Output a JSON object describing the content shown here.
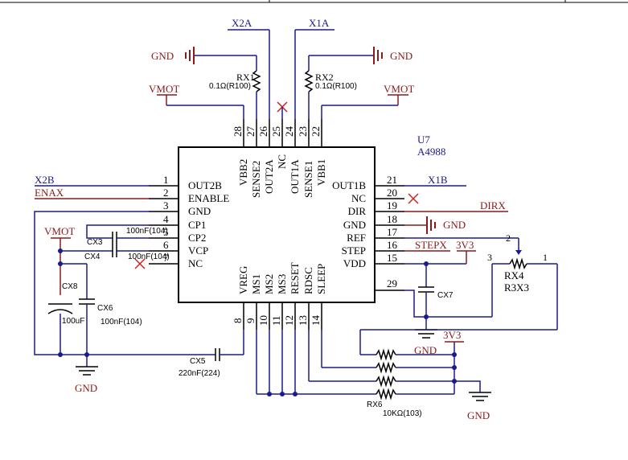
{
  "chip": {
    "ref": "U7",
    "part": "A4988",
    "left_pins": [
      {
        "num": "1",
        "name": "OUT2B"
      },
      {
        "num": "2",
        "name": "ENABLE"
      },
      {
        "num": "3",
        "name": "GND"
      },
      {
        "num": "4",
        "name": "CP1"
      },
      {
        "num": "5",
        "name": "CP2"
      },
      {
        "num": "6",
        "name": "VCP"
      },
      {
        "num": "7",
        "name": "NC"
      }
    ],
    "right_pins": [
      {
        "num": "21",
        "name": "OUT1B"
      },
      {
        "num": "20",
        "name": "NC"
      },
      {
        "num": "19",
        "name": "DIR"
      },
      {
        "num": "18",
        "name": "GND"
      },
      {
        "num": "17",
        "name": "REF"
      },
      {
        "num": "16",
        "name": "STEP"
      },
      {
        "num": "15",
        "name": "VDD"
      },
      {
        "num": "29",
        "name": ""
      }
    ],
    "top_pins": [
      {
        "num": "28",
        "name": "VBB2"
      },
      {
        "num": "27",
        "name": "SENSE2"
      },
      {
        "num": "26",
        "name": "OUT2A"
      },
      {
        "num": "25",
        "name": "NC"
      },
      {
        "num": "24",
        "name": "OUT1A"
      },
      {
        "num": "23",
        "name": "SENSE1"
      },
      {
        "num": "22",
        "name": "VBB1"
      }
    ],
    "bottom_pins": [
      {
        "num": "8",
        "name": "VREG"
      },
      {
        "num": "9",
        "name": "MS1"
      },
      {
        "num": "10",
        "name": "MS2"
      },
      {
        "num": "11",
        "name": "MS3"
      },
      {
        "num": "12",
        "name": "RESET"
      },
      {
        "num": "13",
        "name": "RDSC"
      },
      {
        "num": "14",
        "name": "SLEEP"
      }
    ]
  },
  "nets": {
    "x2a": "X2A",
    "x1a": "X1A",
    "x2b": "X2B",
    "enax": "ENAX",
    "x1b": "X1B",
    "dirx": "DIRX",
    "stepx": "STEPX",
    "v3v3_top": "3V3",
    "v3v3_bottom": "3V3",
    "vmot_left_top": "VMOT",
    "vmot_right_top": "VMOT",
    "vmot_caps": "VMOT",
    "gnd_top_left": "GND",
    "gnd_top_right": "GND",
    "gnd_pin18": "GND",
    "gnd_cx7": "GND",
    "gnd_caps": "GND",
    "gnd_res": "GND"
  },
  "components": {
    "rx1": {
      "ref": "RX1",
      "value": "0.1Ω(R100)"
    },
    "rx2": {
      "ref": "RX2",
      "value": "0.1Ω(R100)"
    },
    "cx3": {
      "ref": "CX3",
      "value": "100nF(104)"
    },
    "cx4": {
      "ref": "CX4",
      "value": "100nF(104)"
    },
    "cx5": {
      "ref": "CX5",
      "value": "220nF(224)"
    },
    "cx6": {
      "ref": "CX6",
      "value": "100nF(104)"
    },
    "cx7": {
      "ref": "CX7"
    },
    "cx8": {
      "ref": "CX8",
      "value": "100uF"
    },
    "rx4": {
      "ref": "RX4",
      "value": "R3X3",
      "pin1": "1",
      "pin2": "2",
      "pin3": "3"
    },
    "rx6": {
      "ref": "RX6",
      "value": "10KΩ(103)"
    }
  }
}
